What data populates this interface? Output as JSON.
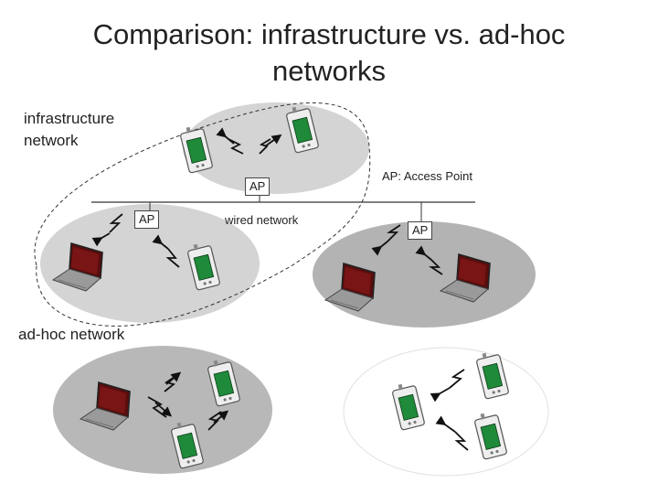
{
  "slide": {
    "title_line1": "Comparison: infrastructure vs. ad-hoc",
    "title_line2": "networks"
  },
  "labels": {
    "infrastructure": "infrastructure network",
    "ad_hoc": "ad-hoc network",
    "wired": "wired network",
    "legend": "AP: Access Point"
  },
  "access_points": [
    "AP",
    "AP",
    "AP"
  ],
  "colors": {
    "cell_fill": "#d4d4d4",
    "cell_fill_dark": "#b3b3b3",
    "pda_screen": "#1f8a3a",
    "laptop_screen": "#5a0d0d",
    "wire": "#333333"
  },
  "icons": [
    "pda-icon",
    "laptop-icon",
    "wireless-arrow-icon"
  ]
}
